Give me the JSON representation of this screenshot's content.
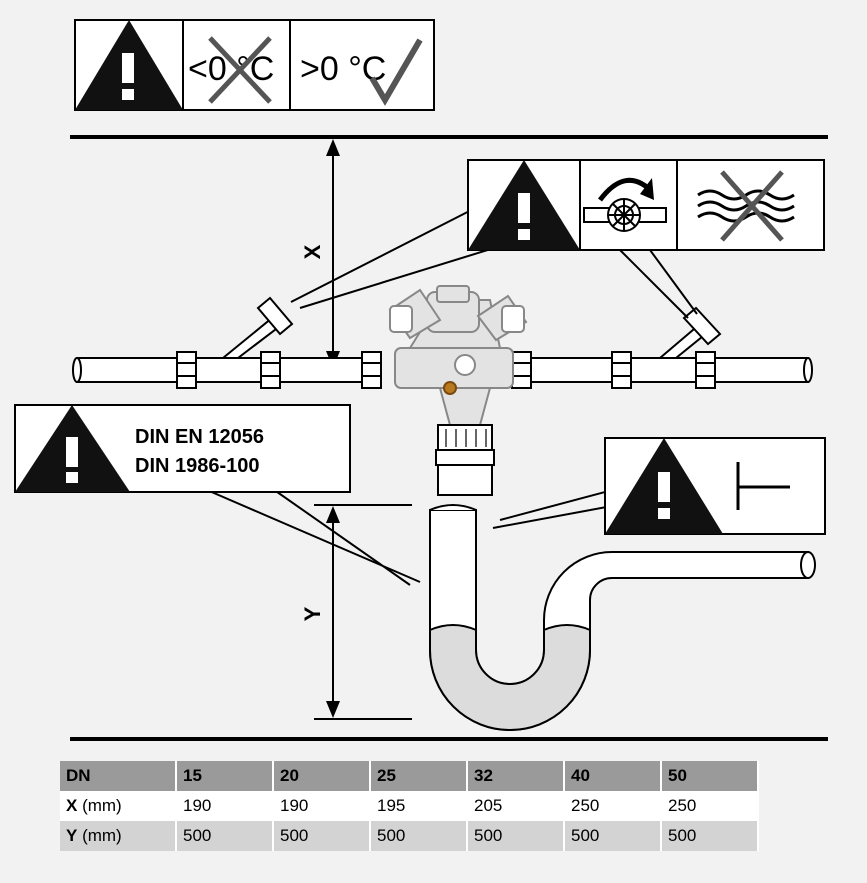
{
  "temperature_warning": {
    "not_allowed": "<0 °C",
    "allowed": ">0 °C"
  },
  "dimension_x_label": "X",
  "dimension_y_label": "Y",
  "standards": [
    "DIN EN 12056",
    "DIN 1986-100"
  ],
  "table": {
    "header_label": "DN",
    "columns": [
      "15",
      "20",
      "25",
      "32",
      "40",
      "50"
    ],
    "rows": [
      {
        "label": "X",
        "unit": "(mm)",
        "values": [
          "190",
          "190",
          "195",
          "205",
          "250",
          "250"
        ]
      },
      {
        "label": "Y",
        "unit": "(mm)",
        "values": [
          "500",
          "500",
          "500",
          "500",
          "500",
          "500"
        ]
      }
    ]
  },
  "colors": {
    "background": "#f2f2f2",
    "warning": "#111111",
    "table_header": "#9a9a9a",
    "table_row_alt": "#d3d3d3"
  },
  "icons": [
    "warning-icon",
    "check-icon",
    "cross-icon",
    "valve-rotate-icon",
    "water-wave-icon",
    "pipe-tee-icon"
  ]
}
